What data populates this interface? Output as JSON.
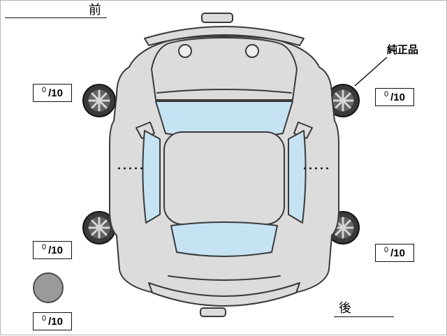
{
  "labels": {
    "front": "前",
    "rear": "後",
    "genuine_part": "純正品"
  },
  "tire_scores": [
    {
      "position": "front-left",
      "value": "0",
      "max": "/10"
    },
    {
      "position": "front-right",
      "value": "0",
      "max": "/10"
    },
    {
      "position": "rear-left",
      "value": "0",
      "max": "/10"
    },
    {
      "position": "rear-right",
      "value": "0",
      "max": "/10"
    },
    {
      "position": "spare",
      "value": "0",
      "max": "/10"
    }
  ],
  "colors": {
    "car_body": "#dcdcdc",
    "glass": "#c5e3f2",
    "outline": "#3a3a3a",
    "wheel_dark": "#3a3a3a",
    "wheel_mid": "#636363",
    "wheel_light": "#d6d6d6",
    "spare_tire": "#9a9a9a"
  }
}
